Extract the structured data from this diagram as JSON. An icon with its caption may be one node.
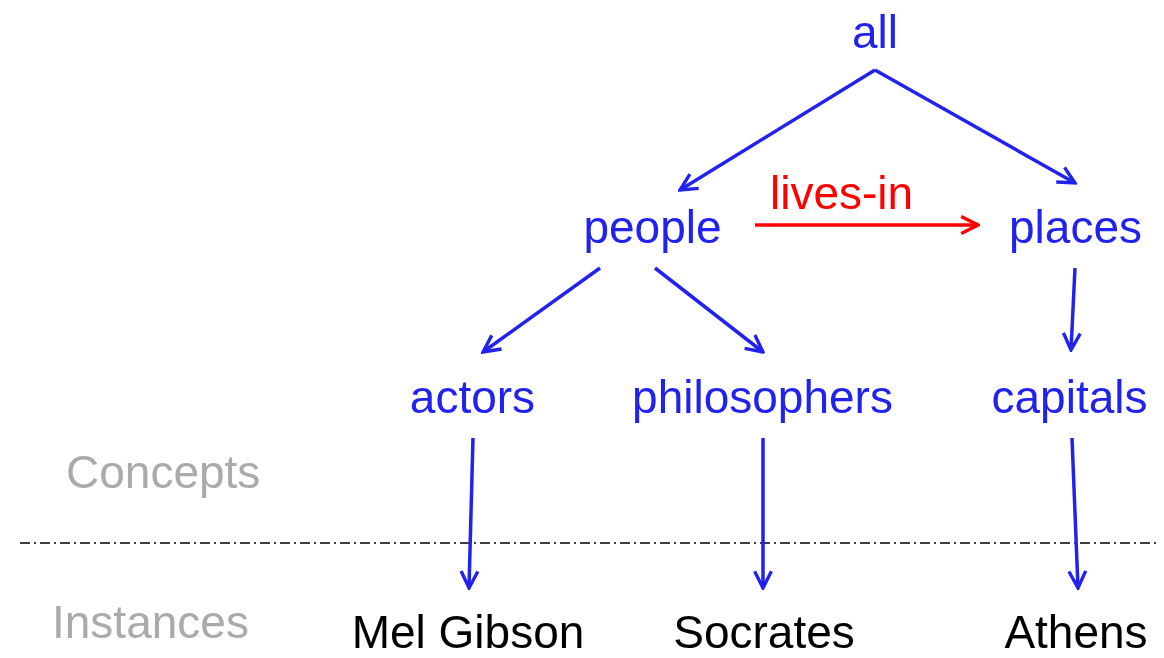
{
  "diagram": {
    "nodes": [
      {
        "text": [
          "all"
        ]
      },
      {
        "text": [
          "people"
        ]
      },
      {
        "text": [
          "places"
        ]
      },
      {
        "text": [
          "actors"
        ]
      },
      {
        "text": [
          "philosophers"
        ]
      },
      {
        "text": [
          "capitals"
        ]
      },
      {
        "text": [
          "Mel Gibson"
        ]
      },
      {
        "text": [
          "Socrates"
        ]
      },
      {
        "text": [
          "Athens"
        ]
      }
    ],
    "edges": [
      {
        "from": 0,
        "to": 1,
        "arrow": "to"
      },
      {
        "from": 0,
        "to": 2,
        "arrow": "to"
      },
      {
        "from": 1,
        "to": 2,
        "arrow": "to",
        "label": "lives-in",
        "color": "#ff0000"
      },
      {
        "from": 1,
        "to": 3,
        "arrow": "to"
      },
      {
        "from": 1,
        "to": 4,
        "arrow": "to"
      },
      {
        "from": 2,
        "to": 5,
        "arrow": "to"
      },
      {
        "from": 3,
        "to": 6,
        "arrow": "to"
      },
      {
        "from": 4,
        "to": 7,
        "arrow": "to"
      },
      {
        "from": 5,
        "to": 8,
        "arrow": "to"
      }
    ],
    "labels": [
      "Concepts",
      "Instances"
    ]
  }
}
